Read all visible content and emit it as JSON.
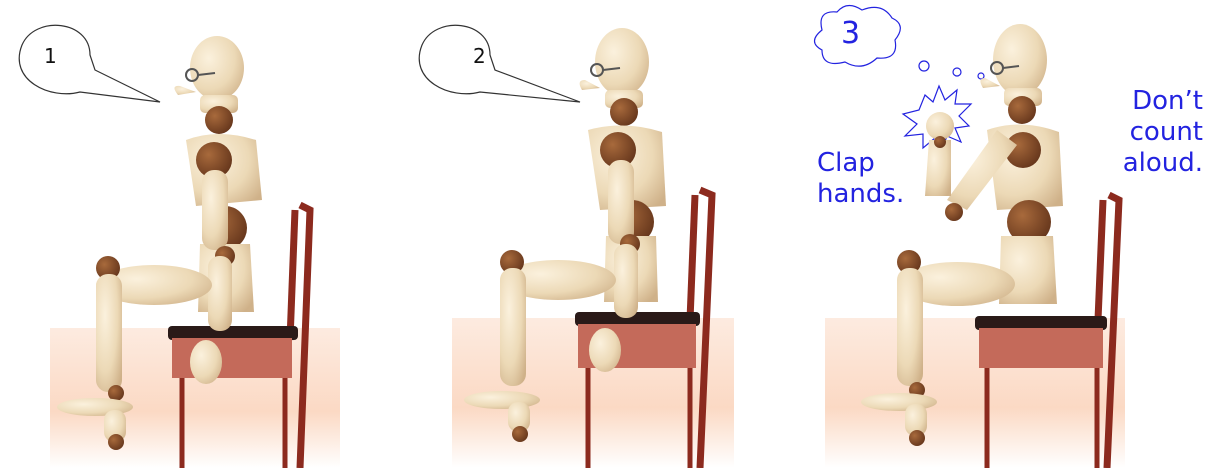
{
  "panels": [
    {
      "number": "1"
    },
    {
      "number": "2"
    },
    {
      "number": "3",
      "left_caption": [
        "Clap",
        "hands."
      ],
      "right_caption": [
        "Don’t",
        "count",
        "aloud."
      ]
    }
  ],
  "colors": {
    "caption_text": "#2323e0",
    "wood": "#ecd9b6",
    "joint": "#7a4323",
    "chair": "#8c2a1e",
    "floor": "#fbe1d0"
  }
}
